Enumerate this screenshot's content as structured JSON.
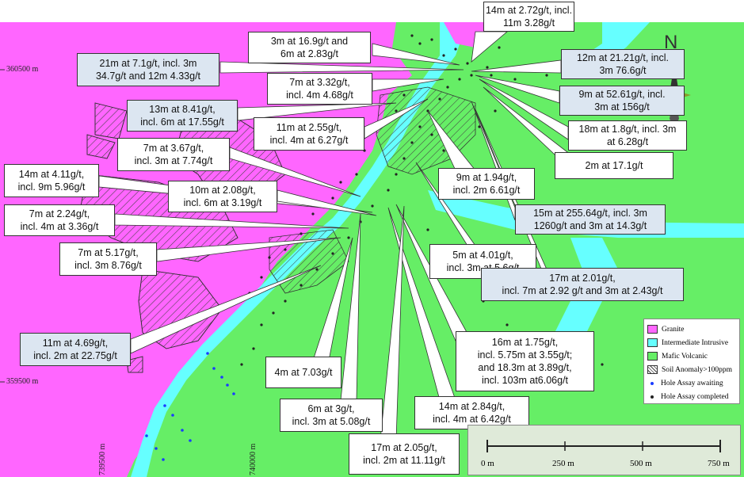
{
  "colors": {
    "granite": "#ff66ff",
    "intermediate": "#66ffff",
    "mafic": "#66ee66",
    "callout_blue": "#dce6f1"
  },
  "coords": {
    "y_upper": "360500 m",
    "y_lower": "359500 m",
    "x_left": "739500 m",
    "x_right": "740000 m"
  },
  "north": "N",
  "callouts": [
    {
      "lines": [
        "14m at 2.72g/t, incl.",
        "11m 3.28g/t"
      ],
      "style": "w"
    },
    {
      "lines": [
        "3m at 16.9g/t and",
        "6m at 2.83g/t"
      ],
      "style": "w"
    },
    {
      "lines": [
        "21m at 7.1g/t, incl. 3m",
        "34.7g/t and 12m 4.33g/t"
      ],
      "style": "b"
    },
    {
      "lines": [
        "12m at 21.21g/t, incl.",
        "3m 76.6g/t"
      ],
      "style": "b"
    },
    {
      "lines": [
        "7m at 3.32g/t,",
        "incl. 4m 4.68g/t"
      ],
      "style": "w"
    },
    {
      "lines": [
        "9m at 52.61g/t, incl.",
        "3m at 156g/t"
      ],
      "style": "b"
    },
    {
      "lines": [
        "13m at 8.41g/t,",
        "incl. 6m at 17.55g/t"
      ],
      "style": "b"
    },
    {
      "lines": [
        "11m at 2.55g/t,",
        "incl. 4m at 6.27g/t"
      ],
      "style": "w"
    },
    {
      "lines": [
        "18m at 1.8g/t, incl. 3m",
        "at 6.28g/t"
      ],
      "style": "w"
    },
    {
      "lines": [
        "7m at 3.67g/t,",
        "incl. 3m at 7.74g/t"
      ],
      "style": "w"
    },
    {
      "lines": [
        "2m at 17.1g/t"
      ],
      "style": "w"
    },
    {
      "lines": [
        "14m at 4.11g/t,",
        "incl. 9m 5.96g/t"
      ],
      "style": "w"
    },
    {
      "lines": [
        "10m at 2.08g/t,",
        "incl. 6m at 3.19g/t"
      ],
      "style": "w"
    },
    {
      "lines": [
        "9m at 1.94g/t,",
        "incl. 2m 6.61g/t"
      ],
      "style": "w"
    },
    {
      "lines": [
        "7m at 2.24g/t,",
        "incl. 4m at 3.36g/t"
      ],
      "style": "w"
    },
    {
      "lines": [
        "15m at 255.64g/t, incl. 3m",
        "1260g/t and 3m at 14.3g/t"
      ],
      "style": "b"
    },
    {
      "lines": [
        "7m at 5.17g/t,",
        "incl. 3m 8.76g/t"
      ],
      "style": "w"
    },
    {
      "lines": [
        "5m at 4.01g/t,",
        "incl. 3m at 5.6g/t"
      ],
      "style": "w"
    },
    {
      "lines": [
        "17m at 2.01g/t,",
        "incl. 7m at 2.92 g/t and 3m at 2.43g/t"
      ],
      "style": "b"
    },
    {
      "lines": [
        "11m at 4.69g/t,",
        "incl. 2m at 22.75g/t"
      ],
      "style": "b"
    },
    {
      "lines": [
        "16m at 1.75g/t,",
        "incl. 5.75m at 3.55g/t;",
        "and 18.3m at 3.89g/t,",
        "incl. 103m at6.06g/t"
      ],
      "style": "w"
    },
    {
      "lines": [
        "4m at 7.03g/t"
      ],
      "style": "w"
    },
    {
      "lines": [
        "14m at 2.84g/t,",
        "incl. 4m at 6.42g/t"
      ],
      "style": "w"
    },
    {
      "lines": [
        "6m at 3g/t,",
        "incl. 3m at 5.08g/t"
      ],
      "style": "w"
    },
    {
      "lines": [
        "17m at 2.05g/t,",
        "incl. 2m at 11.11g/t"
      ],
      "style": "w"
    }
  ],
  "legend": {
    "items": [
      {
        "label": "Granite",
        "kind": "swatch",
        "color": "#ff66ff"
      },
      {
        "label": "Intermediate Intrusive",
        "kind": "swatch",
        "color": "#66ffff"
      },
      {
        "label": "Mafic Volcanic",
        "kind": "swatch",
        "color": "#66ee66"
      },
      {
        "label": "Soil Anomaly>100ppm",
        "kind": "hatch",
        "color": "#ffffff"
      },
      {
        "label": "Hole Assay awaiting",
        "kind": "dot",
        "color": "#1a3cff"
      },
      {
        "label": "Hole Assay completed",
        "kind": "dot",
        "color": "#222222"
      }
    ]
  },
  "scale": {
    "labels": [
      "0 m",
      "250 m",
      "500 m",
      "750 m"
    ]
  }
}
